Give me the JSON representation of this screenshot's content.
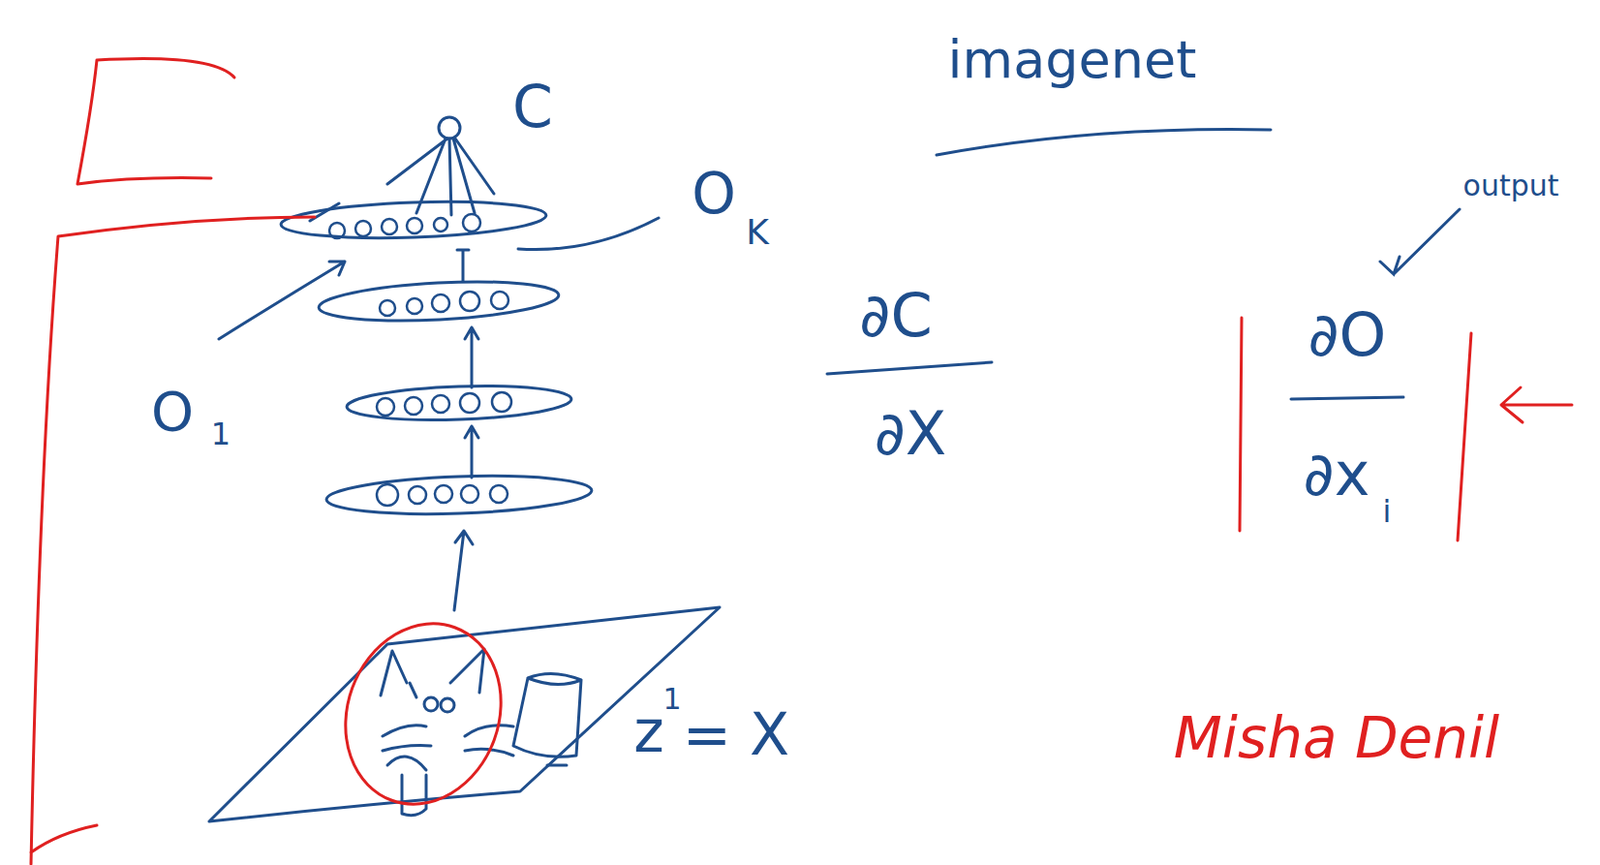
{
  "diagram": {
    "title": "imagenet",
    "labels": [
      "C",
      "O",
      "K",
      "O",
      "1",
      "∂C",
      "∂X",
      "output",
      "∂O",
      "∂x",
      "i",
      "z",
      "1",
      "= X",
      "Misha Denil"
    ]
  }
}
